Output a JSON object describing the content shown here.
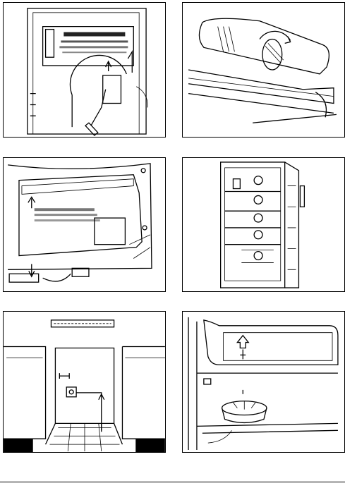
{
  "page": {
    "figures": [
      {
        "id": "fig-1",
        "subject": "lamp-cover-removal"
      },
      {
        "id": "fig-2",
        "subject": "thermostat-dial"
      },
      {
        "id": "fig-3",
        "subject": "door-reversal"
      },
      {
        "id": "fig-4",
        "subject": "fridge-interior-shelves"
      },
      {
        "id": "fig-5",
        "subject": "built-in-installation"
      },
      {
        "id": "fig-6",
        "subject": "defrost-drain"
      }
    ]
  },
  "colors": {
    "line": "#000000",
    "background": "#ffffff"
  }
}
